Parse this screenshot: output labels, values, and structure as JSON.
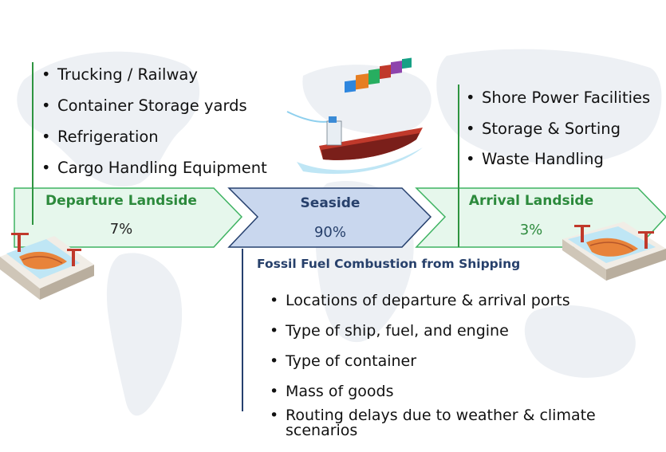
{
  "colors": {
    "green_line": "#2e9440",
    "green_text": "#2c8a3c",
    "green_fill": "#e6f7ec",
    "green_stroke": "#3fb362",
    "navy_fill": "#c9d7ee",
    "navy_stroke": "#26406e",
    "navy_text": "#27406b"
  },
  "departure": {
    "title": "Departure Landside",
    "percent": "7%",
    "items": [
      "Trucking / Railway",
      "Container Storage yards",
      "Refrigeration",
      "Cargo Handling Equipment"
    ]
  },
  "seaside": {
    "title": "Seaside",
    "percent": "90%",
    "subtitle": "Fossil Fuel Combustion from Shipping",
    "items": [
      "Locations of departure & arrival ports",
      "Type of ship, fuel, and engine",
      "Type of container",
      "Mass of goods",
      "Routing delays due to weather & climate scenarios"
    ]
  },
  "arrival": {
    "title": "Arrival Landside",
    "percent": "3%",
    "items": [
      "Shore Power Facilities",
      "Storage & Sorting",
      "Waste Handling"
    ]
  },
  "icons": {
    "background": "world-map-icon",
    "ship": "cargo-ship-icon",
    "departure_port": "port-dock-icon",
    "arrival_port": "port-dock-icon"
  }
}
